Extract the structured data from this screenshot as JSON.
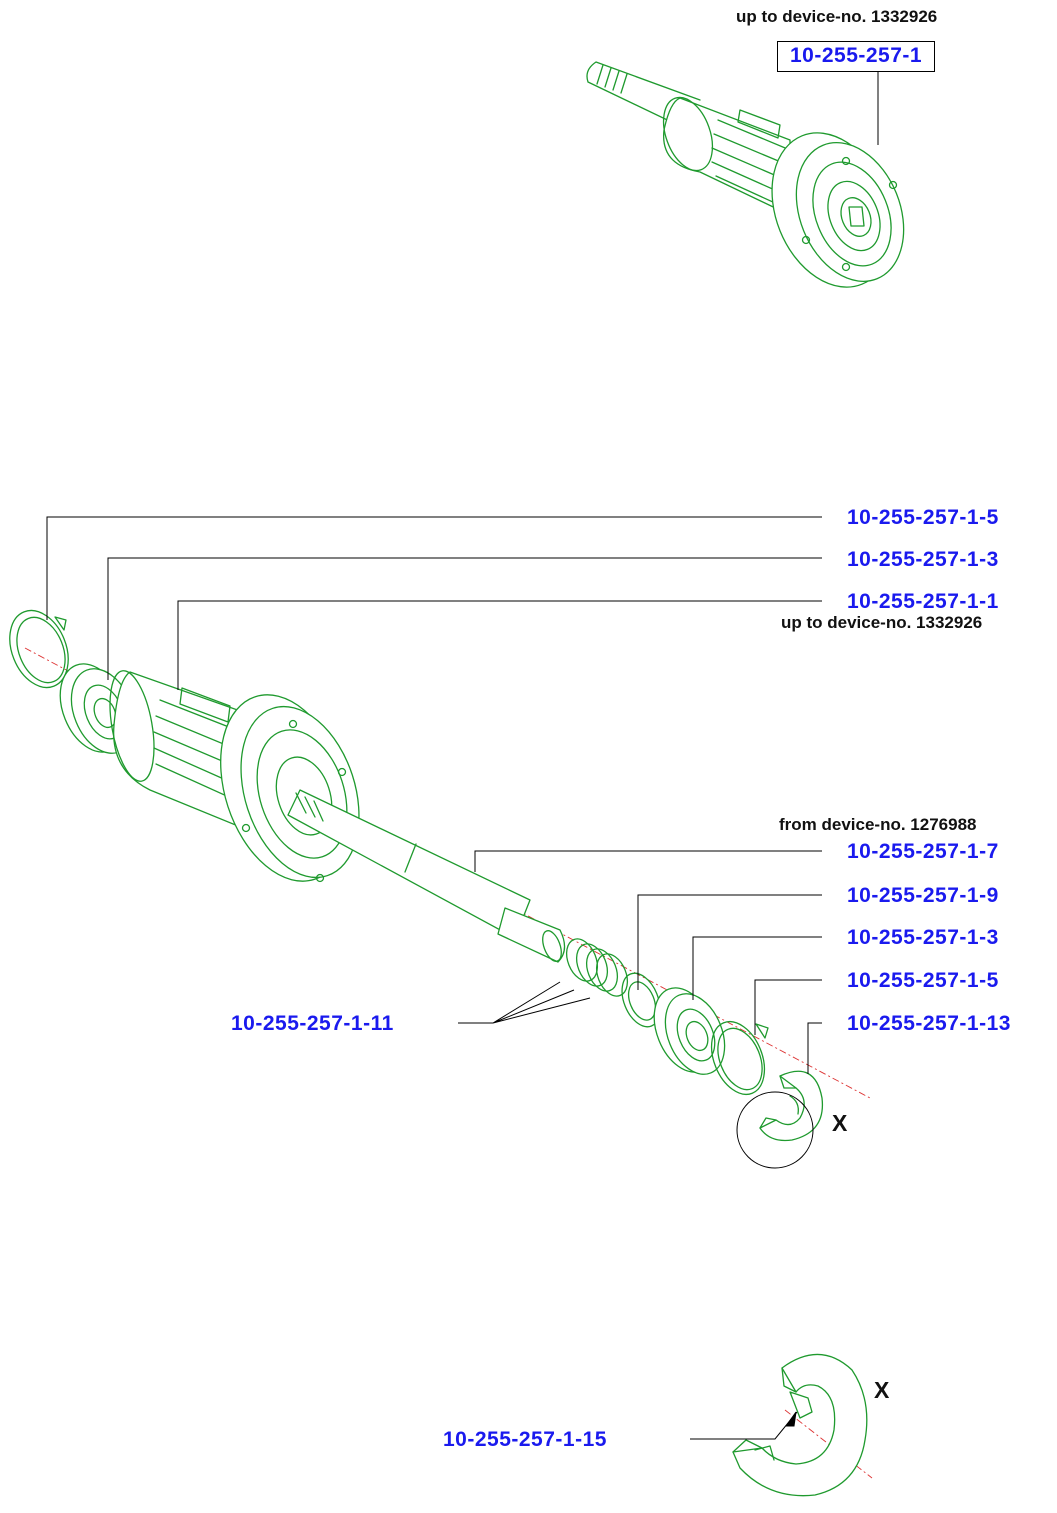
{
  "colors": {
    "part_label": "#1a1aee",
    "note_text": "#111111",
    "drawing": "#1f9a2e",
    "axis": "#dd3333",
    "leader": "#000000"
  },
  "top_assembly": {
    "note": "up to device-no. 1332926",
    "part_no": "10-255-257-1"
  },
  "exploded": {
    "circlip_left": "10-255-257-1-5",
    "bearing_left": "10-255-257-1-3",
    "housing": "10-255-257-1-1",
    "housing_note": "up to device-no. 1332926",
    "shaft_note": "from device-no. 1276988",
    "shaft": "10-255-257-1-7",
    "washer": "10-255-257-1-9",
    "bearing_right": "10-255-257-1-3",
    "circlip_right": "10-255-257-1-5",
    "seal": "10-255-257-1-13",
    "springs": "10-255-257-1-11",
    "detail_marker": "X"
  },
  "detail": {
    "marker": "X",
    "lip": "10-255-257-1-15"
  }
}
